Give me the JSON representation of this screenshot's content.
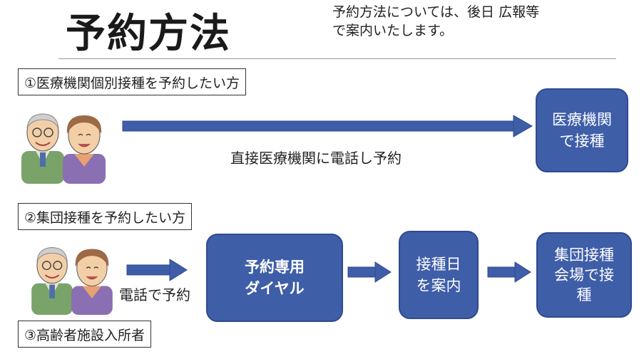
{
  "header": {
    "title": "予約方法",
    "note": "予約方法については、後日 広報等\nで案内いたします。"
  },
  "section1": {
    "label": "①医療機関個別接種を予約したい方",
    "caption": "直接医療機関に電話し予約",
    "destination": "医療機関\nで接種"
  },
  "section2": {
    "label": "②集団接種を予約したい方",
    "caption": "電話で予約",
    "step1": "予約専用\nダイヤル",
    "step2": "接種日\nを案内",
    "step3": "集団接種\n会場で接\n種"
  },
  "section3": {
    "label": "③高齢者施設入所者"
  },
  "colors": {
    "box_fill": "#3f5ea8",
    "arrow_fill": "#3f5ea8"
  },
  "icons": [
    "elderly-couple-icon",
    "elderly-couple-icon"
  ]
}
